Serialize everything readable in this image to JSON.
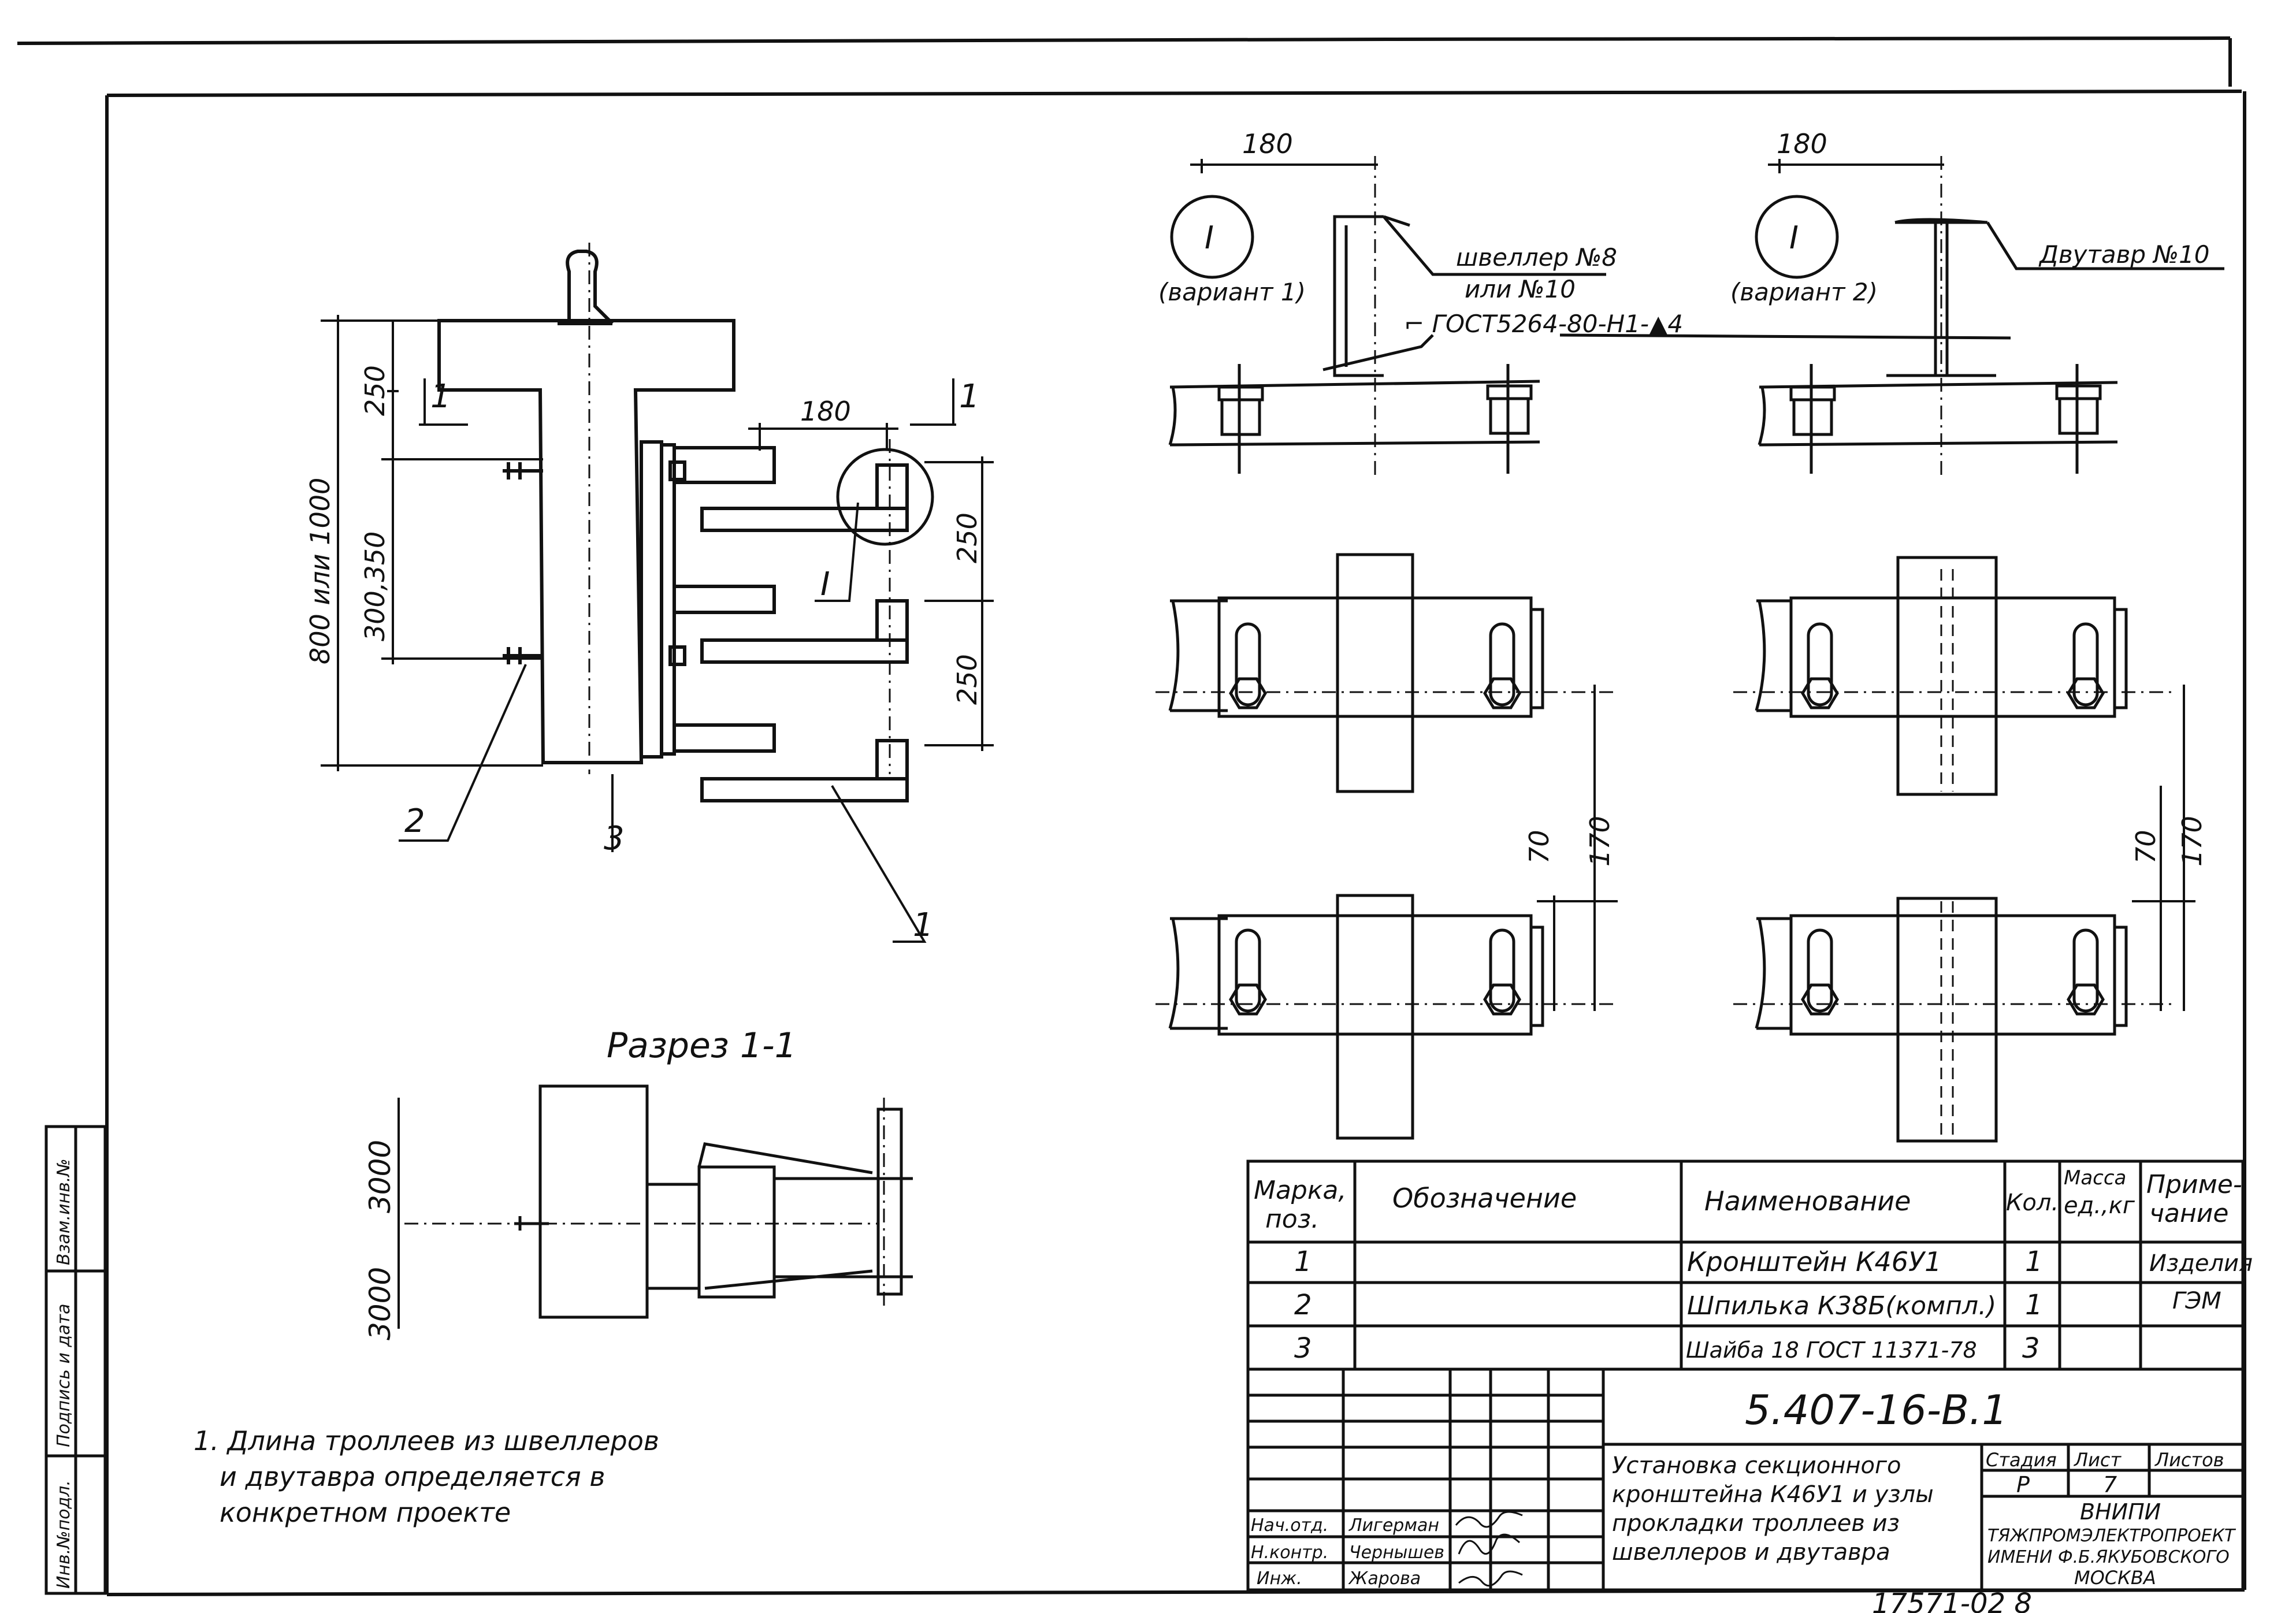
{
  "view_1_1": {
    "label": "1",
    "dim_250": "250",
    "dim_300_350": "300,350",
    "dim_800_1000": "800 или 1000",
    "dim_180": "180",
    "dim_250_a": "250",
    "dim_250_b": "250",
    "callout_I": "I",
    "pos_1": "1",
    "pos_2": "2",
    "pos_3": "3"
  },
  "detail_v1": {
    "dim_180": "180",
    "mark": "I",
    "variant": "(вариант 1)",
    "label_line1": "швеллер №8",
    "label_line2": "или №10",
    "label_line3": "⌐ ГОСТ5264-80-Н1-▲4"
  },
  "detail_v2": {
    "dim_180": "180",
    "mark": "I",
    "variant": "(вариант 2)",
    "label": "Двутавр №10"
  },
  "plan_views": {
    "dim_70_left": "70",
    "dim_170_left": "170",
    "dim_70_right": "70",
    "dim_170_right": "170"
  },
  "section": {
    "title": "Разрез 1-1",
    "dim_3000_top": "3000",
    "dim_3000_bottom": "3000"
  },
  "note": {
    "line1": "1. Длина троллеев из швеллеров",
    "line2": "и двутавра определяется в",
    "line3": "конкретном проекте"
  },
  "spec_table": {
    "headers": {
      "mark_line1": "Марка,",
      "mark_line2": "поз.",
      "designation": "Обозначение",
      "name": "Наименование",
      "qty": "Кол.",
      "mass_line1": "Масса",
      "mass_line2": "ед.,кг",
      "note_line1": "Приме-",
      "note_line2": "чание"
    },
    "rows": [
      {
        "pos": "1",
        "designation": "",
        "name": "Кронштейн К46У1",
        "qty": "1",
        "mass": ""
      },
      {
        "pos": "2",
        "designation": "",
        "name": "Шпилька К38Б(компл.)",
        "qty": "1",
        "mass": ""
      },
      {
        "pos": "3",
        "designation": "",
        "name": "Шайба 18 ГОСТ 11371-78",
        "qty": "3",
        "mass": ""
      }
    ],
    "note_group_line1": "Изделия",
    "note_group_line2": "ГЭМ"
  },
  "title_block": {
    "code": "5.407-16-В.1",
    "title_line1": "Установка секционного",
    "title_line2": "кронштейна К46У1 и узлы",
    "title_line3": "прокладки троллеев из",
    "title_line4": "швеллеров и двутавра",
    "stage_label": "Стадия",
    "sheet_label": "Лист",
    "sheets_label": "Листов",
    "stage_value": "Р",
    "sheet_value": "7",
    "sheets_value": "",
    "org_line1": "ВНИПИ",
    "org_line2": "ТЯЖПРОМЭЛЕКТРОПРОЕКТ",
    "org_line3": "ИМЕНИ Ф.Б.ЯКУБОВСКОГО",
    "org_line4": "МОСКВА",
    "staff": [
      {
        "role": "Нач.отд.",
        "name": "Лигерман"
      },
      {
        "role": "Н.контр.",
        "name": "Чернышев"
      },
      {
        "role": "Инж.",
        "name": "Жарова"
      }
    ]
  },
  "side_strip": {
    "inv_orig": "Инв.№подл.",
    "sign_date": "Подпись и дата",
    "inv_repl": "Взам.инв.№"
  },
  "footer_number": "17571-02   8"
}
